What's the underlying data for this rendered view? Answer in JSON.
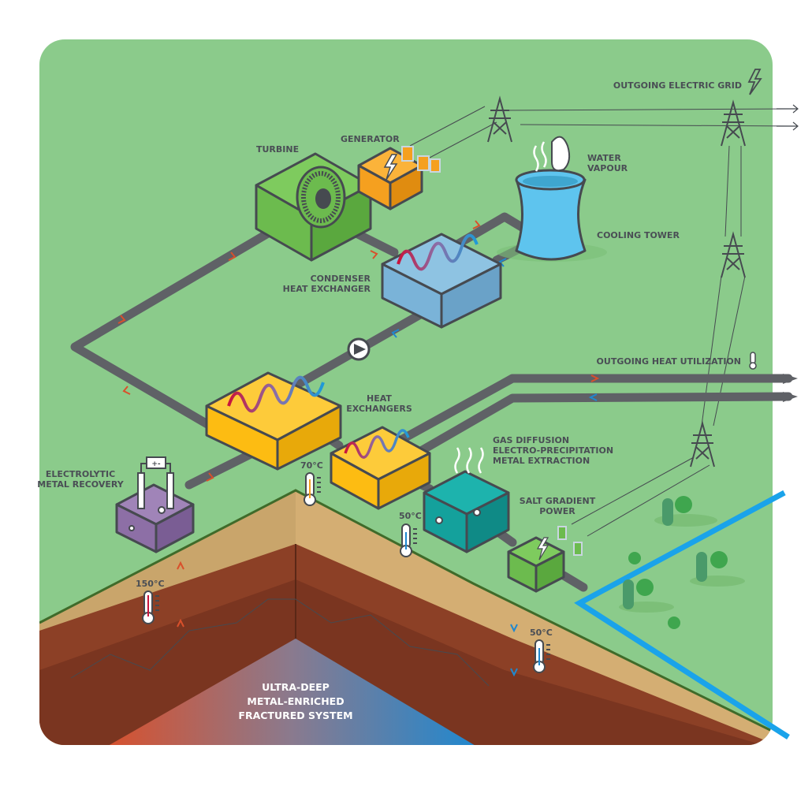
{
  "labels": {
    "outgoing_grid": "OUTGOING ELECTRIC GRID",
    "generator": "GENERATOR",
    "turbine": "TURBINE",
    "water_vapour": [
      "WATER",
      "VAPOUR"
    ],
    "cooling_tower": "COOLING TOWER",
    "condenser": [
      "CONDENSER",
      "HEAT EXCHANGER"
    ],
    "outgoing_heat": "OUTGOING HEAT UTILIZATION",
    "heat_exchangers": [
      "HEAT",
      "EXCHANGERS"
    ],
    "gas_diffusion": [
      "GAS DIFFUSION",
      "ELECTRO-PRECIPITATION",
      "METAL EXTRACTION"
    ],
    "electrolytic": [
      "ELECTROLYTIC",
      "METAL RECOVERY"
    ],
    "salt_gradient": [
      "SALT GRADIENT",
      "POWER"
    ],
    "reservoir": [
      "ULTRA-DEEP",
      "METAL-ENRICHED",
      "FRACTURED SYSTEM"
    ],
    "battery_sign": "+-"
  },
  "temperatures": {
    "t70": "70°C",
    "t50_top": "50°C",
    "t150": "150°C",
    "t50_bottom": "50°C"
  },
  "colors": {
    "background": "#8bcb8b",
    "pipe": "#5f6166",
    "turbine": "#6cbb4e",
    "generator": "#f5a01f",
    "cooling_tower": "#5ec4ee",
    "condenser": "#7ab3d8",
    "heat_exchanger": "#fdbc12",
    "gas_diffusion": "#14a19c",
    "electrolytic": "#8d6fa6",
    "salt_gradient": "#6cbb4e",
    "hot": "#d9502b",
    "cold": "#1e88d0",
    "river": "#1aa3ea"
  },
  "icons": [
    "lightning-icon",
    "thermometer-icon",
    "pylon-icon",
    "battery-icon",
    "pump-icon",
    "tree-icon",
    "fan-icon"
  ]
}
